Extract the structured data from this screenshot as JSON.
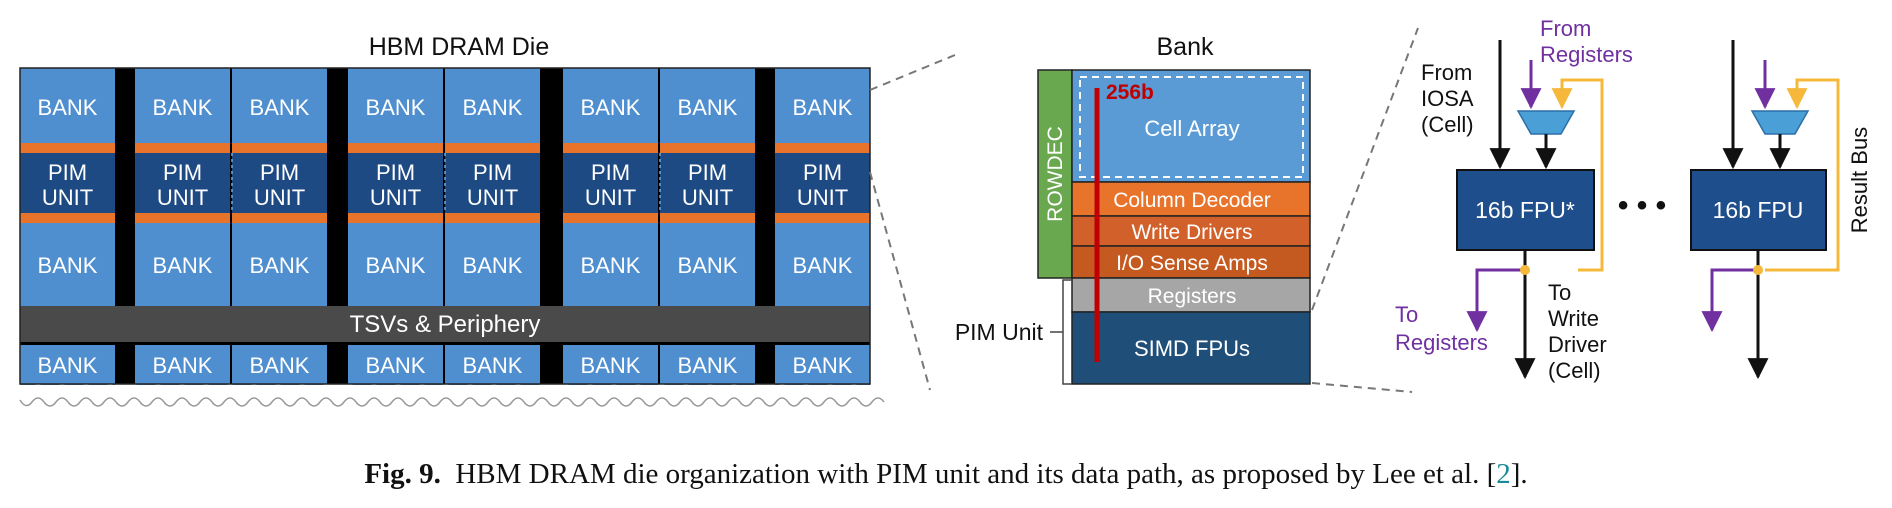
{
  "die": {
    "title": "HBM DRAM Die",
    "bank_label": "BANK",
    "pim_line1": "PIM",
    "pim_line2": "UNIT",
    "periphery_label": "TSVs & Periphery"
  },
  "bank_detail": {
    "title": "Bank",
    "rowdec": "ROWDEC",
    "width_label": "256b",
    "cell_array": "Cell Array",
    "column_decoder": "Column Decoder",
    "write_drivers": "Write Drivers",
    "io_sense_amps": "I/O Sense Amps",
    "registers": "Registers",
    "simd_fpus": "SIMD FPUs",
    "pim_unit_label": "PIM Unit"
  },
  "datapath": {
    "from_iosa": [
      "From",
      "IOSA",
      "(Cell)"
    ],
    "from_registers": [
      "From",
      "Registers"
    ],
    "fpu_first": "16b FPU*",
    "fpu_last": "16b FPU",
    "ellipsis": "• • •",
    "result_bus": "Result Bus",
    "to_registers": [
      "To",
      "Registers"
    ],
    "to_write_driver": [
      "To",
      "Write",
      "Driver",
      "(Cell)"
    ]
  },
  "caption": {
    "label": "Fig. 9.",
    "text": "HBM DRAM die organization with PIM unit and its data path, as proposed by Lee et al. [",
    "cite": "2",
    "tail": "]."
  },
  "colors": {
    "bank_blue": "#4f8fd0",
    "pim_navy": "#1e4a84",
    "orange": "#e8742c",
    "black": "#000000",
    "periphery_gray": "#4a4a4a",
    "rowdec_green": "#6aa84f",
    "cell_array_blue": "#5b9bd5",
    "write_drivers_orange": "#d1602a",
    "io_orange": "#c55a20",
    "registers_gray": "#a6a6a6",
    "simd_navy": "#1f4e79",
    "bus_red": "#c00000",
    "purple": "#7030a0",
    "gold": "#f5b83a",
    "fpu_navy": "#1f4e8c",
    "trapezoid_blue": "#4a9fd6"
  }
}
